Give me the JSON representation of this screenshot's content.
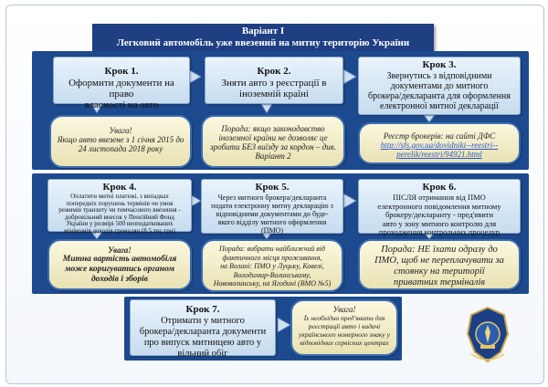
{
  "title": {
    "line1": "Варіант І",
    "line2": "Легковий автомобіль уже ввезений на митну територію України"
  },
  "steps": [
    {
      "head": "Крок 1.",
      "text": "Оформити документи на право\nвласності на авто"
    },
    {
      "head": "Крок 2.",
      "text": "Зняти авто з реєстрації в\nіноземній країні"
    },
    {
      "head": "Крок 3.",
      "text": "Звернутись з відповідними\nдокументами до митного\nброкера/декларанта для оформлення\nелектронної митної декларації"
    },
    {
      "head": "Крок 4.",
      "text": "Оплатити митні платежі, з випадках\nпопередніх порушень термінів чи умов\nрежимів транзиту чи тимчасового ввезення -\nдобровільний внесок у Пенсійний Фонд\nУкраїни у розмірі 500 неоподаткованих\nмінімумів доходів громадян (8,5 тис грн)"
    },
    {
      "head": "Крок 5.",
      "text": "Через митного брокера/декларанта\nподати електронну митну декларацію з\nвідповідними документами до буде-\nякого відділу митного оформлення\n(ПМО)"
    },
    {
      "head": "Крок 6.",
      "text": "ПІСЛЯ отримання від ПМО\nелектронного повідомлення митному\nброкеру/декларанту - пред'явити\nавто у зону митного контролю для\nпроходження контрольних процедур"
    },
    {
      "head": "Крок 7.",
      "text": "Отримати у митного\nброкера/декларанта документи\nпро випуск митницею авто у\nвільний обіг"
    }
  ],
  "notes": [
    {
      "head": "Увага!",
      "text": "Якщо авто ввезене з 1 січня 2015 до\n24 листопада 2018 року"
    },
    {
      "head": "",
      "text": "Порада: якщо законодавство\nіноземної країни не дозволяє це\nзробити БЕЗ виїзду за кордон – див.\nВаріант 2"
    },
    {
      "head": "Реєстр брокерів: на сайті ДФС",
      "link": "http://sfs.gov.ua/dovidniki--reestri--\nperelik/reestri/94921.html"
    },
    {
      "head": "Увага!",
      "text": "Митна вартість автомобіля\nможе коригуватись органом\nдоходів і зборів"
    },
    {
      "head": "",
      "text": "Порада: вибрати найближчий від\nфактичного місця проживання,\nна Волині: ПМО у Луцьку, Ковелі,\nВолодимир-Волинському,\nНововолинську, на Ягодині (ВМО №5)"
    },
    {
      "head": "",
      "text": "Порада: НЕ їхати одразу до\nПМО, щоб не переплачувати за\nстоянку на території\nприватних терміналів"
    },
    {
      "head": "Увага!",
      "text": "Їх необхідно пред'явити для\nреєстрації авто і видачі\nукраїнського номерного знаку у\nвідповідних сервісних центрах"
    }
  ]
}
